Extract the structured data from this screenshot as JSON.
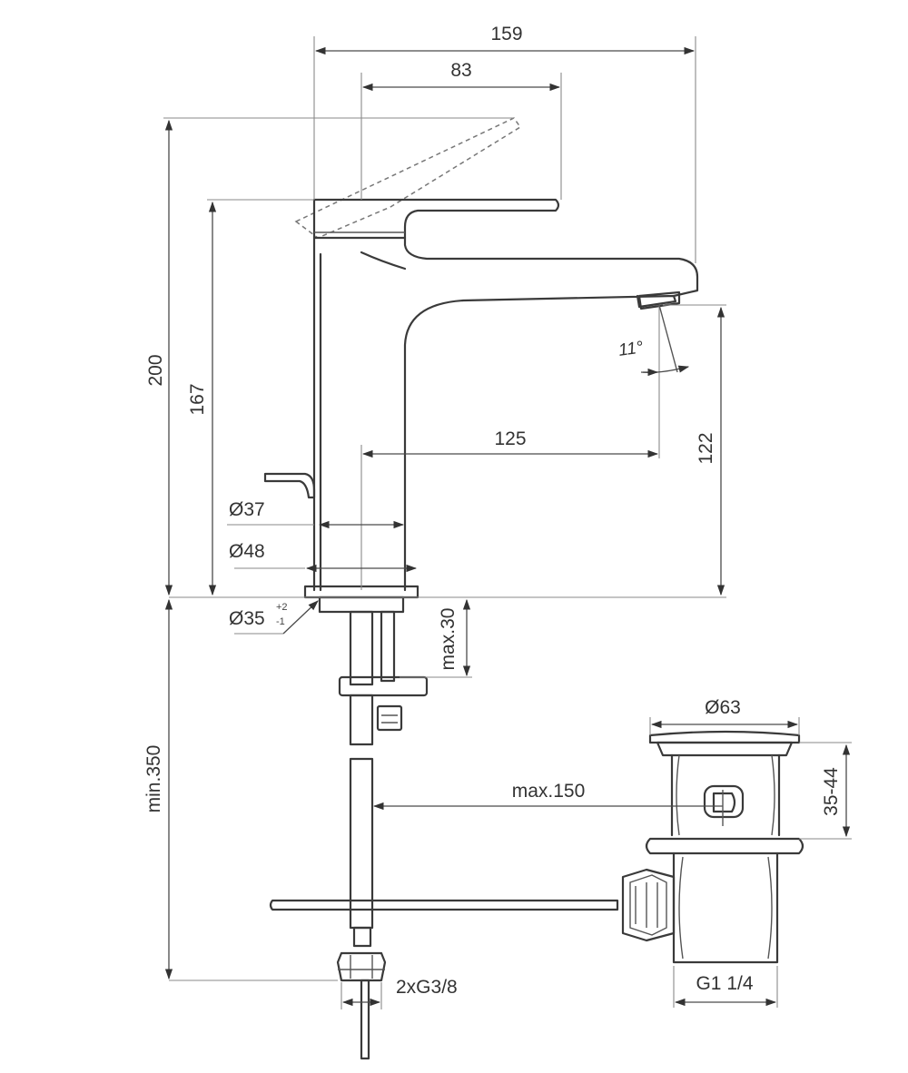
{
  "dimensions": {
    "overall_width": "159",
    "lever_reach": "83",
    "overall_height": "200",
    "body_height": "167",
    "spout_height": "122",
    "spout_projection": "125",
    "spout_angle": "11°",
    "body_dia_top": "Ø37",
    "body_dia_base": "Ø48",
    "hole_dia": "Ø35",
    "hole_tol_plus": "+2",
    "hole_tol_minus": "-1",
    "max_deck": "max.30",
    "min_supply": "min.350",
    "waste_dia": "Ø63",
    "waste_height": "35-44",
    "rod_max": "max.150",
    "thread": "G1 1/4",
    "supply_thread": "2xG3/8"
  }
}
